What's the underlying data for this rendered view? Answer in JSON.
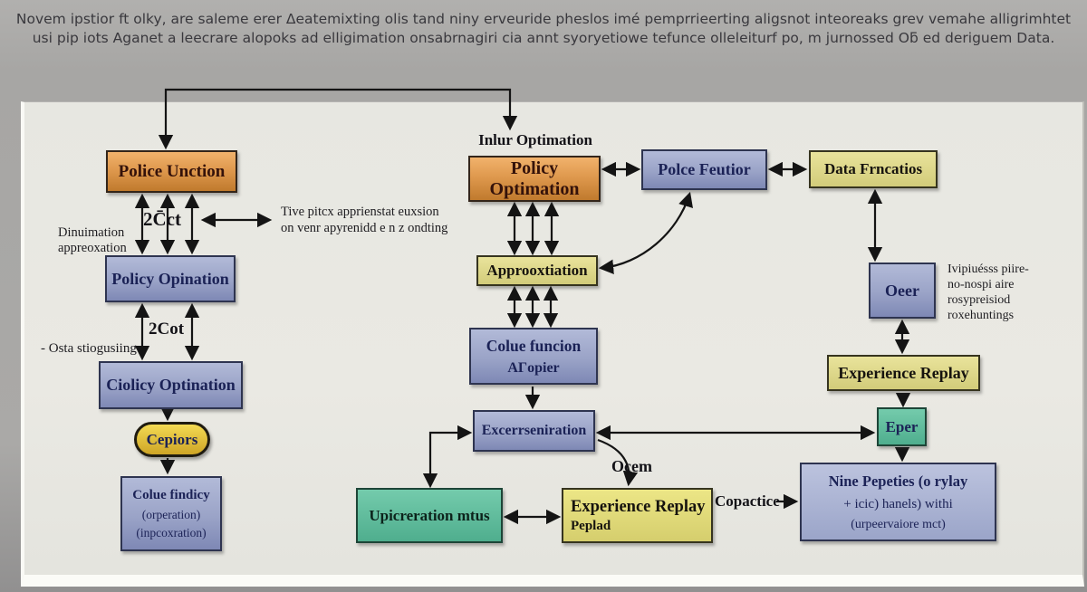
{
  "caption": {
    "line1": "Novem ipstior ft olky, are saleme erer Δeatemixting olis tand niny erveuride pheslos imé pemprrieerting aligsnot inteoreaks grev vemahe alligrimhtet",
    "line2": "usi pip iots Aganet a leecrare alopoks ad elligimation onsabrnagiri cia annt syoryetiowe tefunce olleleiturf po, m jurnossed Oƃ ed deriguem Data."
  },
  "boxes": {
    "police_unction": "Police Unction",
    "policy_opination": "Policy Opination",
    "ciolicy_optination": "Ciolicy Optination",
    "cepiors": "Cepiors",
    "colue_findicy_1": "Colue findicy",
    "colue_findicy_2": "(orperation)",
    "colue_findicy_3": "(inpcoxration)",
    "policy_optimation": "Policy Optimation",
    "approoxtiation": "Approoxtiation",
    "colue_funcion_1": "Colue funcion",
    "colue_funcion_2": "AΓopier",
    "excerrseniration": "Excerrseniration",
    "upicreration_mtus": "Upicreration mtus",
    "experience_replay_b1": "Experience Replay",
    "experience_replay_b2": "Peplad",
    "nine_pepeties_1": "Nine Pepeties (o rylay",
    "nine_pepeties_2": "+ icic) hanels) withi",
    "nine_pepeties_3": "(urpeervaiore mct)",
    "polce_feutior": "Polce Feutior",
    "data_frncatios": "Data Frncatios",
    "oeer": "Oeer",
    "experience_replay_r": "Experience Replay",
    "eper": "Eper"
  },
  "labels": {
    "inlur_optimation": "Inlur Optimation",
    "l2cct": "2C̄ct",
    "l2cot": "2Cot",
    "dinuimation_1": "Dinuimation",
    "dinuimation_2": "appreoxation",
    "osta": "- Osta stiogusiing",
    "tive_1": "Tive pitcx apprienstat euxsion",
    "tive_2": "on venr apyrenidd e n z ondting",
    "ocem": "Ocem",
    "copactice": "Copactice",
    "ivip_1": "Ivipiuésss piire-",
    "ivip_2": "no-nospi aire",
    "ivip_3": "rosypreisiod",
    "ivip_4": "roxehuntings"
  },
  "colors": {
    "frame_gray": "#a9a8a6",
    "panel_bg": "#e9e9e3",
    "orange_box": "#df994e",
    "blue_box": "#9aa3c7",
    "yellow_box": "#d8d286",
    "teal_box": "#5cbd9c",
    "gold_pill": "#ddb833",
    "navy_text": "#1b2256",
    "arrow": "#141414",
    "caption_text": "#39383d"
  }
}
